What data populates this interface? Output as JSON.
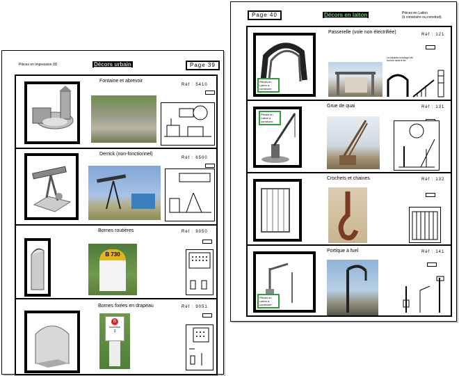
{
  "left_page": {
    "header_left": "Pièces en impression 3D",
    "title": "Décors urbain",
    "page_label": "Page 39",
    "items": [
      {
        "name": "Fontaine et abrevoir",
        "ref": "Réf : 5410"
      },
      {
        "name": "Derrick (non-fonctionnel)",
        "ref": "Réf : 6500"
      },
      {
        "name": "Bornes routières",
        "ref": "Réf : 9050"
      },
      {
        "name": "Bornes fixées en drapeau",
        "ref": "Réf : 9051"
      }
    ],
    "milestone_sign": "B 730",
    "flag_sign": {
      "top": "B",
      "middle": "Sommière",
      "bottom": "3"
    }
  },
  "right_page": {
    "page_label": "Page 40",
    "title": "Décors en laiton",
    "header_right_line1": "Pièces en Laiton",
    "header_right_line2": "(à construire ou construit)",
    "items": [
      {
        "name": "Passerelle (voie non électrifiée)",
        "ref": "Réf : 121",
        "green_note": "Pièces en Laiton à construire",
        "note": "La variante montage est fournie dans le kit"
      },
      {
        "name": "Grue de quai",
        "ref": "Réf : 131",
        "green_note": "Pièces en Laiton à construire"
      },
      {
        "name": "Crochets et chaines",
        "ref": "Réf : 132"
      },
      {
        "name": "Portique à fuel",
        "ref": "Réf : 141",
        "green_note": "Pièces en Laiton à construire"
      }
    ]
  },
  "colors": {
    "accent_green": "#2f9e3a",
    "title_bg": "#000000",
    "title_text_right": "#7ec87e"
  },
  "icons": [
    "button-icon"
  ]
}
